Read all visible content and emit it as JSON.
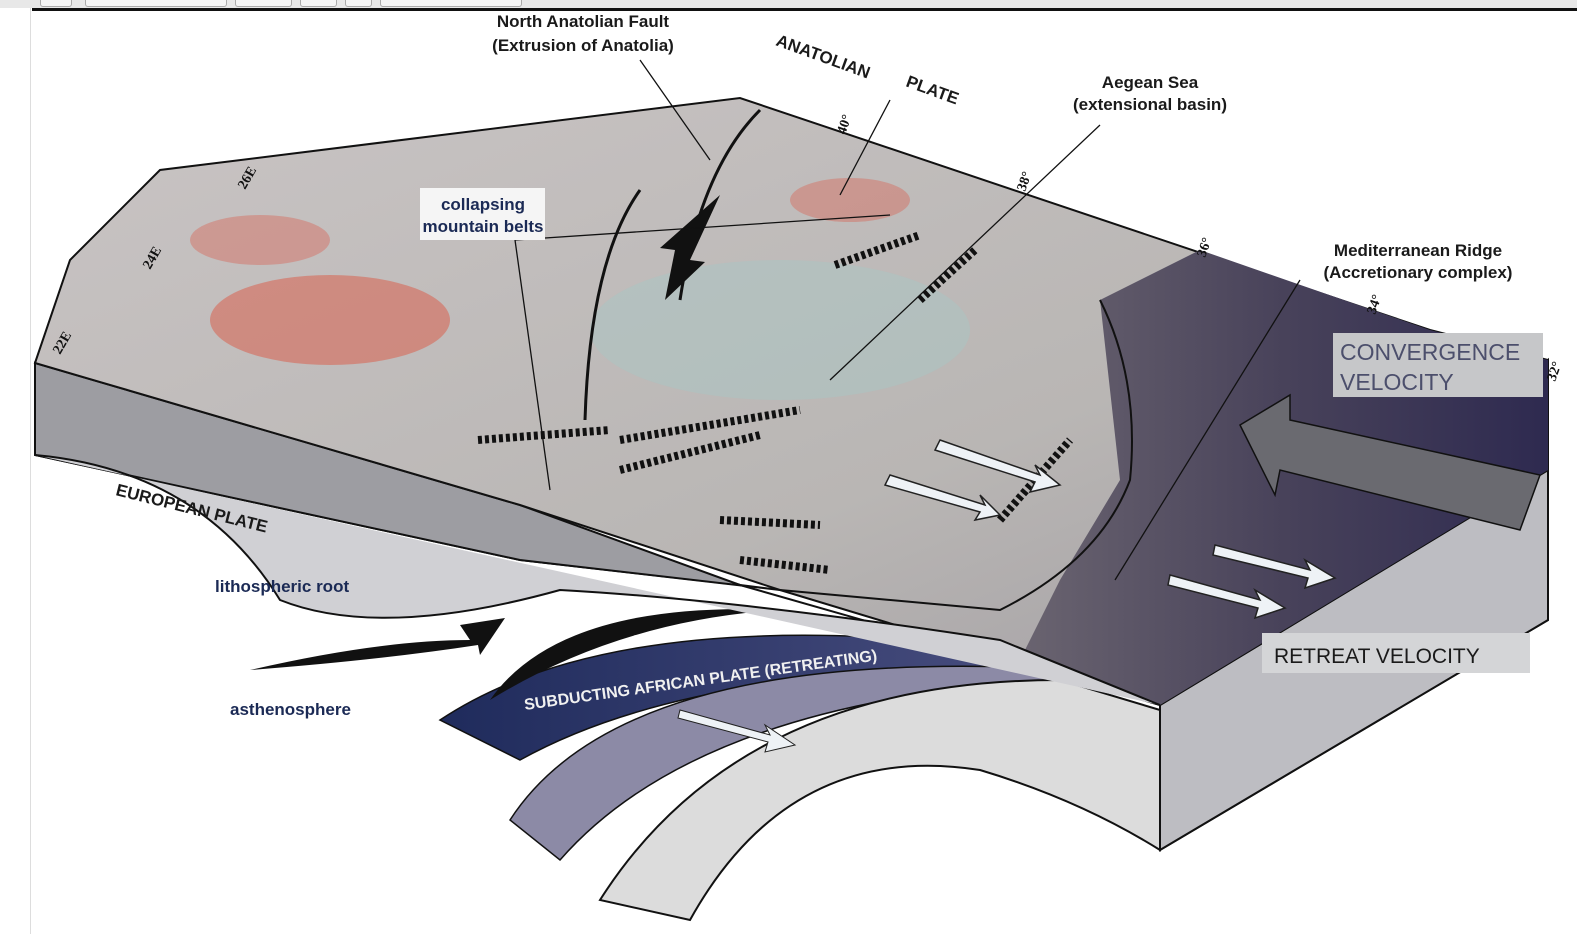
{
  "labels": {
    "naf_1": "North Anatolian Fault",
    "naf_2": "(Extrusion of Anatolia)",
    "anatolian_1": "ANATOLIAN",
    "anatolian_2": "PLATE",
    "aegean_1": "Aegean Sea",
    "aegean_2": "(extensional basin)",
    "collapsing_1": "collapsing",
    "collapsing_2": "mountain belts",
    "medridge_1": "Mediterranean Ridge",
    "medridge_2": "(Accretionary complex)",
    "convergence_1": "CONVERGENCE",
    "convergence_2": "VELOCITY",
    "retreat": "RETREAT VELOCITY",
    "european": "EUROPEAN PLATE",
    "root": "lithospheric root",
    "asthenosphere": "asthenosphere",
    "subducting": "SUBDUCTING  AFRICAN PLATE (RETREATING)"
  },
  "ticks": {
    "lon": [
      "22E",
      "24E",
      "26E"
    ],
    "lat": [
      "40°",
      "38°",
      "36°",
      "34°",
      "32°"
    ]
  },
  "colors": {
    "relief_red": "#d9604f",
    "slab_blue": "#2a3468",
    "box_grey": "#a6a6ae"
  }
}
